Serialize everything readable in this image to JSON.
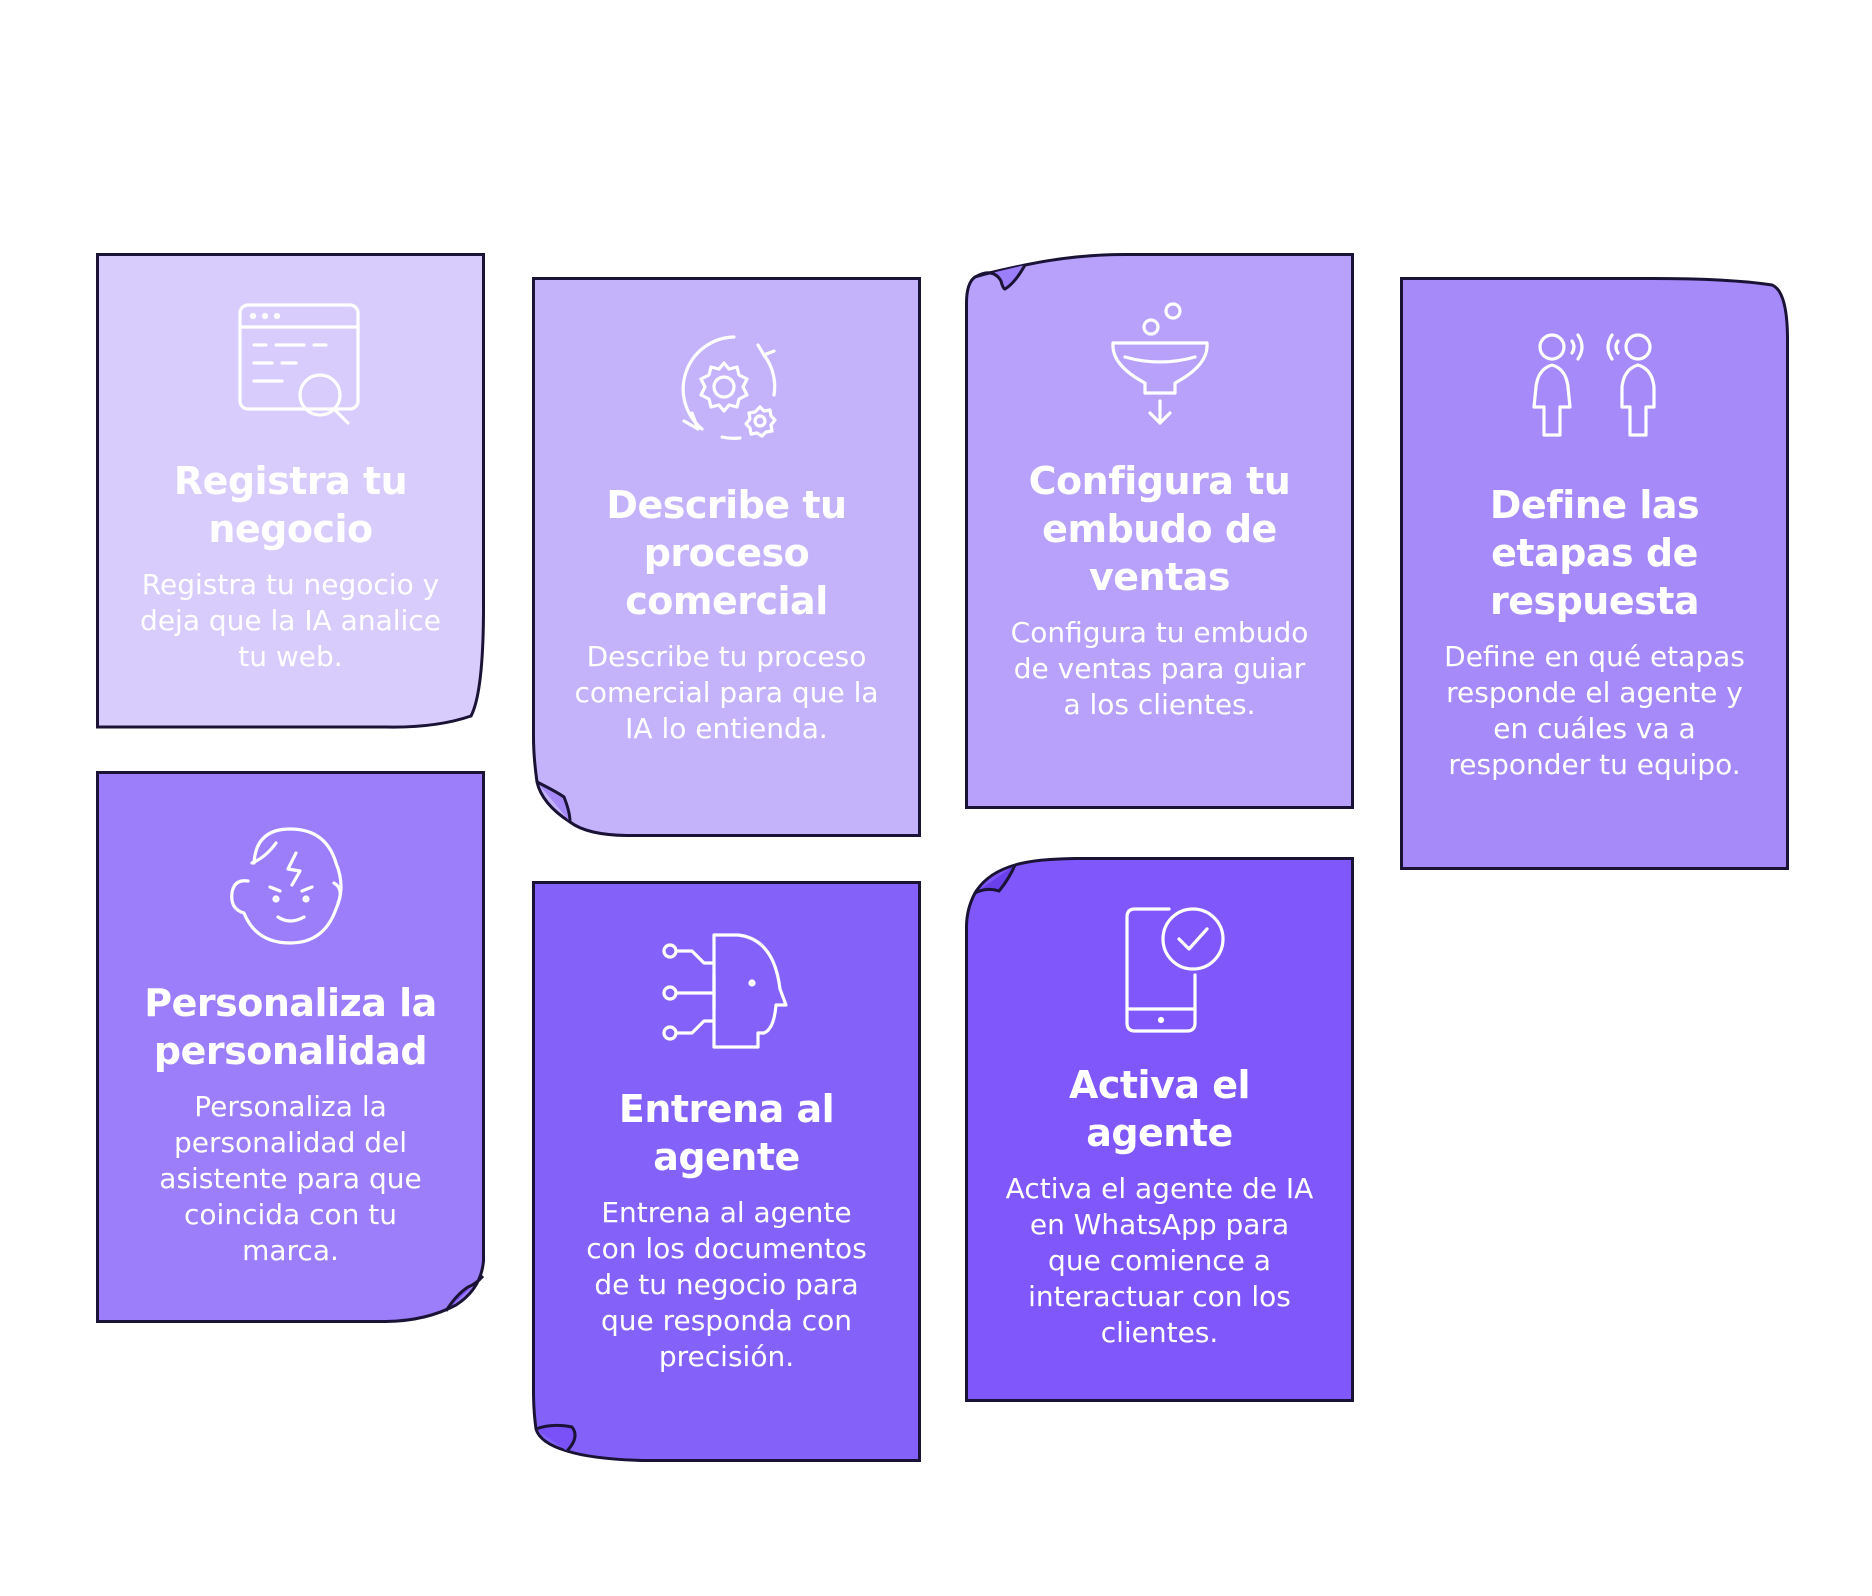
{
  "colors": {
    "outline": "#1b1336",
    "card1": "#d8ccfc",
    "card2": "#c4b3fb",
    "card3": "#b7a1fb",
    "card4": "#a68afa",
    "card5": "#9c7dfa",
    "card6": "#8462fa",
    "card7": "#8057fb",
    "text": "#ffffff"
  },
  "cards": [
    {
      "icon": "browser-search-icon",
      "title": "Registra tu negocio",
      "description": "Registra tu negocio y deja que la IA analice tu web."
    },
    {
      "icon": "gears-cycle-icon",
      "title": "Describe tu proceso comercial",
      "description": "Describe tu proceso comercial para que la IA lo entienda."
    },
    {
      "icon": "funnel-icon",
      "title": "Configura tu embudo de ventas",
      "description": "Configura tu embudo de ventas para guiar a los clientes."
    },
    {
      "icon": "people-talking-icon",
      "title": "Define las etapas de respuesta",
      "description": "Define en qué etapas responde el agente y en cuáles va a responder tu equipo."
    },
    {
      "icon": "face-personality-icon",
      "title": "Personaliza la personalidad",
      "description": "Personaliza la personalidad del asistente para que coincida con tu marca."
    },
    {
      "icon": "ai-head-icon",
      "title": "Entrena al agente",
      "description": "Entrena al agente con los documentos de tu negocio para que responda con precisión."
    },
    {
      "icon": "phone-check-icon",
      "title": "Activa el agente",
      "description": "Activa el agente de IA en WhatsApp para que comience a interactuar con los clientes."
    }
  ]
}
